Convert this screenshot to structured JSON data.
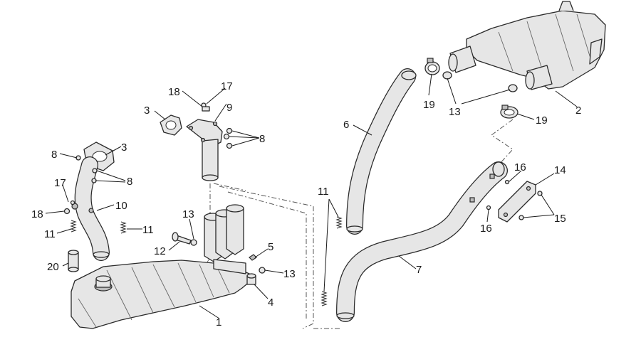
{
  "callouts": {
    "c1": "1",
    "c2": "2",
    "c3a": "3",
    "c3b": "3",
    "c4": "4",
    "c5": "5",
    "c6": "6",
    "c7": "7",
    "c8a": "8",
    "c8b": "8",
    "c8c": "8",
    "c9": "9",
    "c10": "10",
    "c11a": "11",
    "c11b": "11",
    "c11c": "11",
    "c12": "12",
    "c13a": "13",
    "c13b": "13",
    "c13c": "13",
    "c14": "14",
    "c15": "15",
    "c16a": "16",
    "c16b": "16",
    "c17a": "17",
    "c17b": "17",
    "c18a": "18",
    "c18b": "18",
    "c19a": "19",
    "c19b": "19",
    "c20": "20"
  }
}
